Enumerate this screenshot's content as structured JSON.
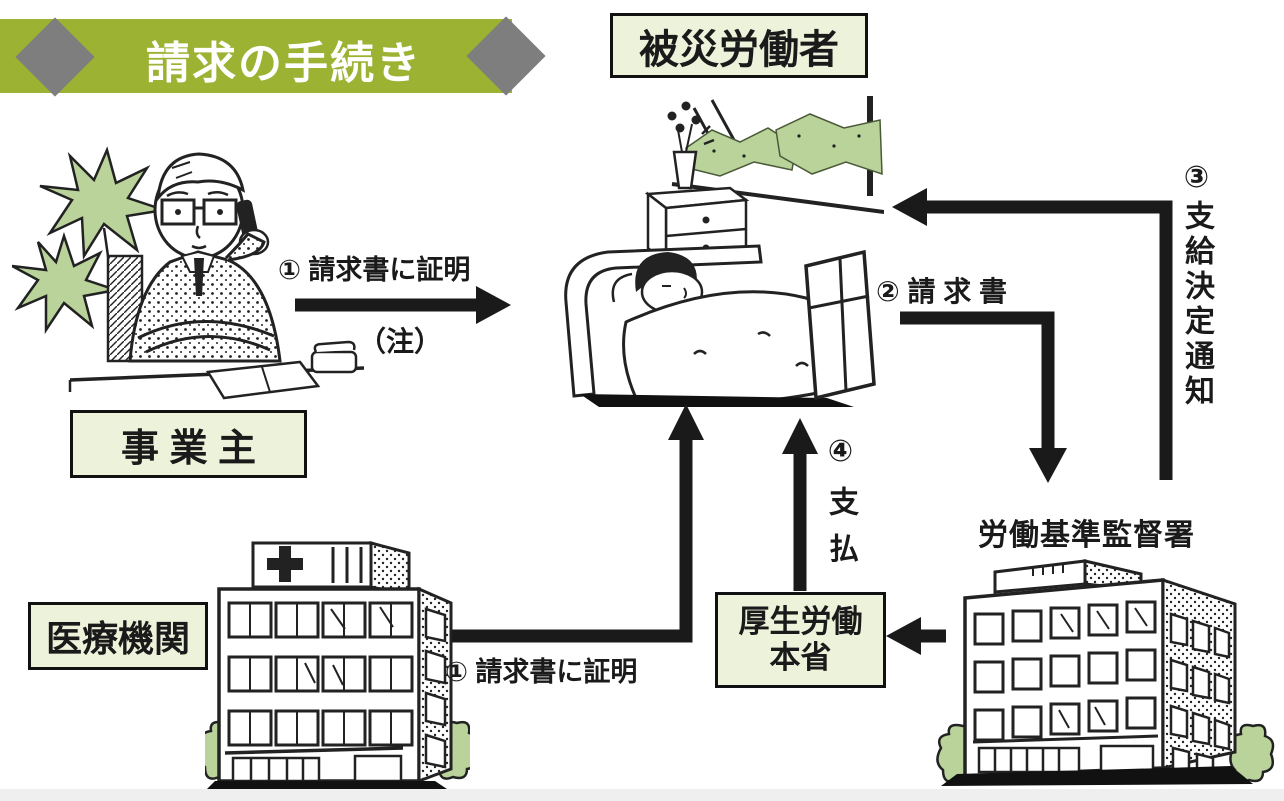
{
  "title": "請求の手続き",
  "nodes": {
    "worker": "被災労働者",
    "employer": "事 業 主",
    "medical": "医療機関",
    "labor_office": "労働基準監督署",
    "ministry_line1": "厚生労働",
    "ministry_line2": "本省"
  },
  "arrows": {
    "a1_label": "① 請求書に証明",
    "a1_note": "（注）",
    "a2_label": "② 請 求 書",
    "a3_label": "③支給決定通知",
    "a4_label": "④支払",
    "a5_label": "① 請求書に証明"
  },
  "colors": {
    "banner_green": "#9cb232",
    "diamond_gray": "#7e7e7e",
    "box_fill": "#edf2da",
    "ink": "#1a1a1a",
    "foliage": "#b9d39b",
    "bottom_strip": "#f0efef"
  }
}
